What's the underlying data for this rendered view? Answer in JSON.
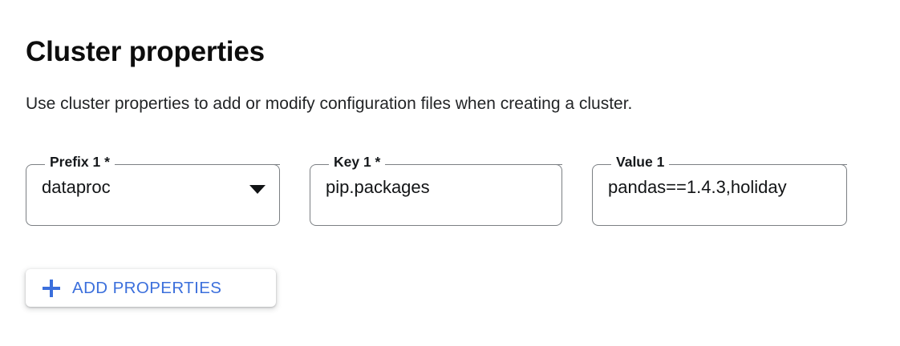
{
  "header": {
    "title": "Cluster properties",
    "description": "Use cluster properties to add or modify configuration files when creating a cluster."
  },
  "colors": {
    "accent": "#3b6fdc",
    "text": "#202124",
    "field_border": "#7b7f83",
    "background": "#ffffff"
  },
  "properties_row": {
    "fields": [
      {
        "name": "prefix",
        "label": "Prefix 1 *",
        "value": "dataproc",
        "control": "select",
        "icon": "chevron-down-icon",
        "required": true
      },
      {
        "name": "key",
        "label": "Key 1 *",
        "value": "pip.packages",
        "control": "text",
        "required": true
      },
      {
        "name": "value",
        "label": "Value 1",
        "value": "pandas==1.4.3,holiday",
        "control": "text",
        "required": false
      }
    ]
  },
  "actions": {
    "add_properties": {
      "label": "ADD PROPERTIES",
      "icon": "plus-icon"
    }
  }
}
